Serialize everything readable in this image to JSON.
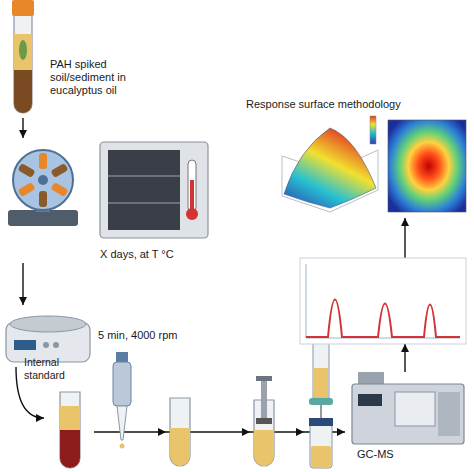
{
  "diagram": {
    "nodes": [
      {
        "text": [
          "PAH spiked soil/sediment in eucalyptus oil"
        ]
      },
      {
        "text": [
          "X days, at T °C"
        ]
      },
      {
        "text": [
          "5 min, 4000 rpm"
        ]
      },
      {
        "text": [
          "Internal standard"
        ]
      },
      {
        "text": [
          "GC-MS"
        ]
      },
      {
        "text": [
          "Response surface methodology"
        ]
      }
    ],
    "edges": [
      {
        "from": 0,
        "to": 1,
        "arrow": "to"
      },
      {
        "from": 1,
        "to": 2,
        "arrow": "to"
      },
      {
        "from": 2,
        "to": 3,
        "arrow": "to"
      },
      {
        "from": 3,
        "to": 4,
        "arrow": "to"
      },
      {
        "from": 4,
        "to": 5,
        "arrow": "to"
      }
    ]
  }
}
